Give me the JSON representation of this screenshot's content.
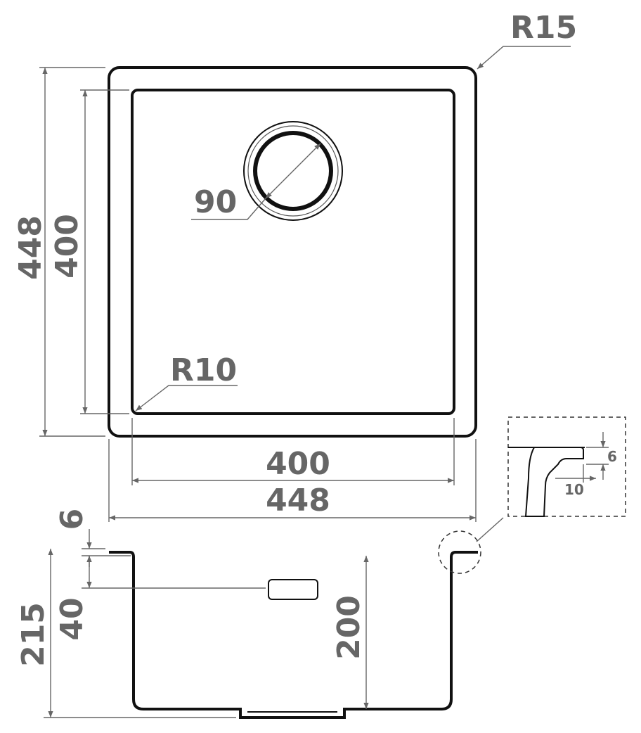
{
  "labels": {
    "corner_outer": "R15",
    "corner_inner": "R10",
    "drain": "90",
    "outer_height": "448",
    "inner_height": "400",
    "inner_width": "400",
    "outer_width": "448",
    "rim_thickness": "6",
    "overflow_offset": "40",
    "total_depth": "215",
    "bowl_depth": "200",
    "detail_thickness": "6",
    "detail_width": "10"
  },
  "colors": {
    "outline": "#111111",
    "dimension": "#666666"
  }
}
